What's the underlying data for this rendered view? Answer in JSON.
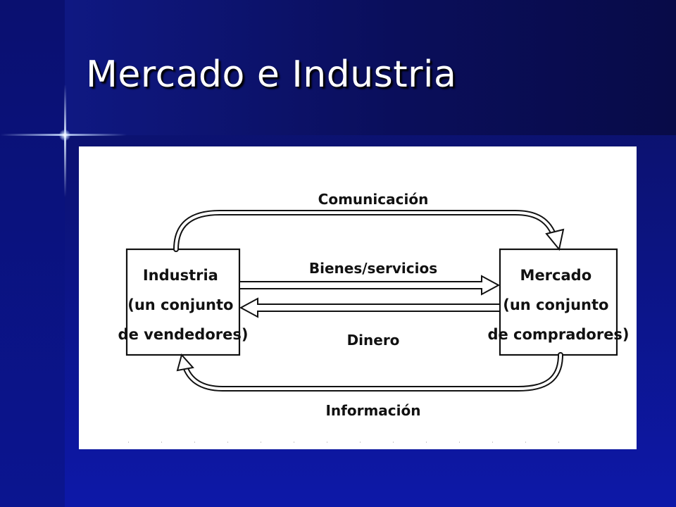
{
  "slide": {
    "title": "Mercado e Industria"
  },
  "diagram": {
    "industry_box": {
      "line1": "Industria",
      "line2": "(un conjunto",
      "line3": "de vendedores)"
    },
    "market_box": {
      "line1": "Mercado",
      "line2": "(un conjunto",
      "line3": "de compradores)"
    },
    "flows": {
      "top": "Comunicación",
      "goods": "Bienes/servicios",
      "money": "Dinero",
      "bottom": "Información"
    }
  }
}
